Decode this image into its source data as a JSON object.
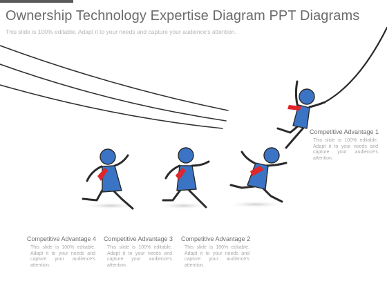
{
  "slide": {
    "title": "Ownership Technology Expertise Diagram PPT Diagrams",
    "subtitle": "This slide is 100% editable. Adapt it to your needs and capture your audience's attention."
  },
  "advantages": [
    {
      "heading": "Competitive Advantage 1",
      "body": "This slide is 100% editable. Adapt it to your needs and capture your audience's attention."
    },
    {
      "heading": "Competitive Advantage 2",
      "body": "This slide is 100% editable. Adapt it to your needs and capture your audience's attention."
    },
    {
      "heading": "Competitive Advantage 3",
      "body": "This slide is 100% editable. Adapt it to your needs and capture your audience's attention."
    },
    {
      "heading": "Competitive Advantage 4",
      "body": "This slide is 100% editable. Adapt it to your needs and capture your audience's attention."
    }
  ],
  "colors": {
    "figure_body": "#3b74c4",
    "figure_outline": "#2a2a2a",
    "tie": "#e0262b",
    "rope": "#333333"
  },
  "figures": [
    {
      "id": "runner-4",
      "pose": "running"
    },
    {
      "id": "runner-3",
      "pose": "running"
    },
    {
      "id": "runner-2",
      "pose": "leaping"
    },
    {
      "id": "runner-1",
      "pose": "swinging"
    }
  ]
}
